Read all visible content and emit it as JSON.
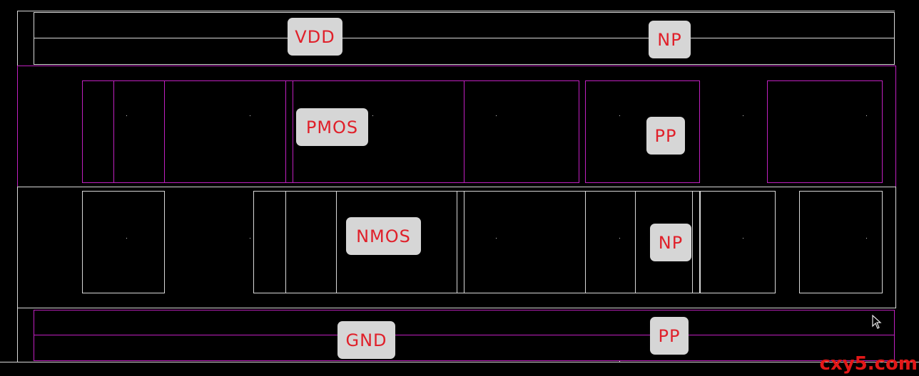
{
  "labels": {
    "vdd": "VDD",
    "np_top": "NP",
    "pmos": "PMOS",
    "pp_mid": "PP",
    "nmos": "NMOS",
    "np_mid": "NP",
    "gnd": "GND",
    "pp_bottom": "PP"
  },
  "watermark": "cxy5.com",
  "colors": {
    "background": "#000000",
    "outline_white": "#d8d8d8",
    "outline_magenta": "#c020c0",
    "label_text": "#e0202a",
    "label_bg": "#d6d6d6"
  },
  "icons": {
    "cursor": "mouse-pointer-icon"
  }
}
